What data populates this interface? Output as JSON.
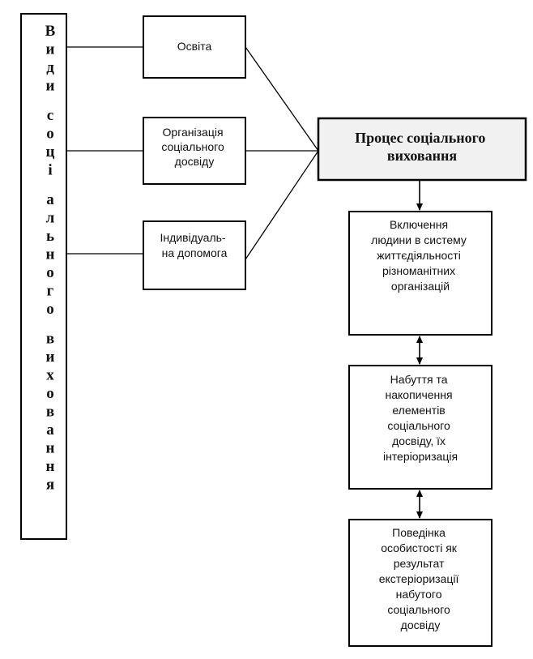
{
  "diagram": {
    "left_column": {
      "words": [
        "В и д и",
        "с о ц і",
        "а л ь н о г о",
        "в и х о в а н н я"
      ]
    },
    "types": {
      "osvita": "Освіта",
      "organization": [
        "Організація",
        "соціального",
        "досвіду"
      ],
      "individual": [
        "Індивідуаль-",
        "на допомога"
      ]
    },
    "process": {
      "title": [
        "Процес соціального",
        "виховання"
      ]
    },
    "steps": {
      "inclusion": [
        "Включення",
        "людини в систему",
        "життєдіяльності",
        "різноманітних",
        "організацій"
      ],
      "acquisition": [
        "Набуття та",
        "накопичення",
        "елементів",
        "соціального",
        "досвіду, їх",
        "інтеріоризація"
      ],
      "behavior": [
        "Поведінка",
        "особистості як",
        "результат",
        "екстеріоризації",
        "набутого",
        "соціального",
        "досвіду"
      ]
    }
  }
}
